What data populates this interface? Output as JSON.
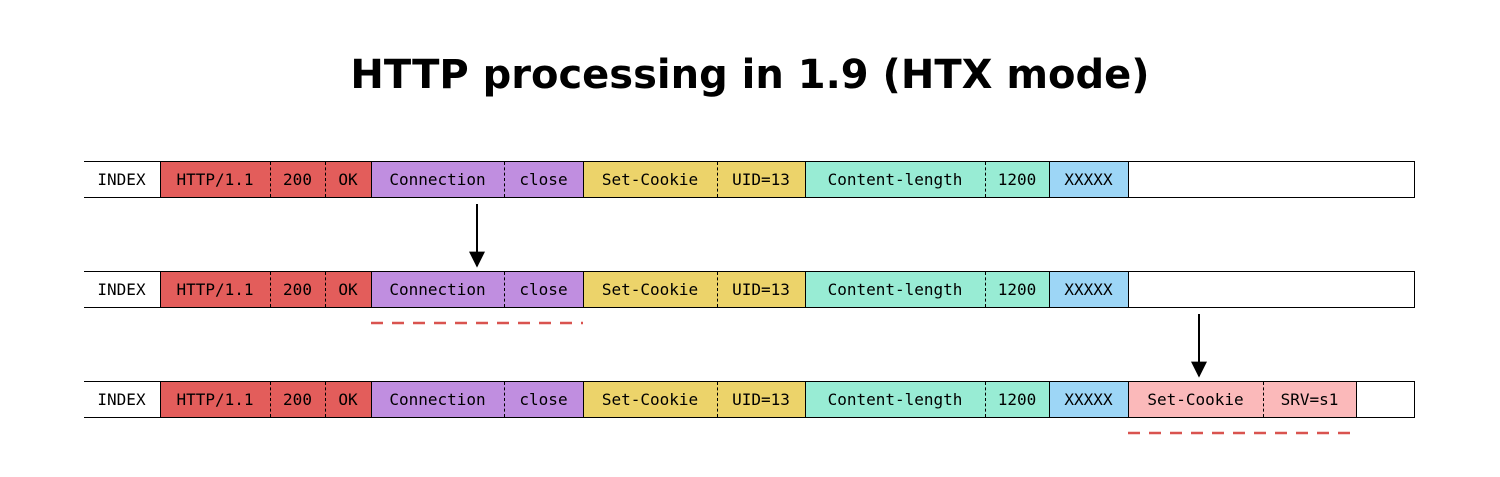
{
  "title": "HTTP processing in 1.9 (HTX mode)",
  "colors": {
    "index": "#ffffff",
    "status": "#e35d5b",
    "connection": "#c08ee0",
    "set_cookie": "#ecd36a",
    "content_length": "#98ecd4",
    "body": "#9dd6f6",
    "added_cookie": "#fbb9ba",
    "removed_underline": "#d9534f"
  },
  "rows": [
    {
      "name": "original",
      "cells": [
        {
          "label": "INDEX",
          "color": "index"
        },
        {
          "label": "HTTP/1.1",
          "color": "status"
        },
        {
          "label": "200",
          "color": "status"
        },
        {
          "label": "OK",
          "color": "status"
        },
        {
          "label": "Connection",
          "color": "connection"
        },
        {
          "label": "close",
          "color": "connection"
        },
        {
          "label": "Set-Cookie",
          "color": "set_cookie"
        },
        {
          "label": "UID=13",
          "color": "set_cookie"
        },
        {
          "label": "Content-length",
          "color": "content_length"
        },
        {
          "label": "1200",
          "color": "content_length"
        },
        {
          "label": "XXXXX",
          "color": "body"
        }
      ]
    },
    {
      "name": "connection-removed",
      "cells": [
        {
          "label": "INDEX",
          "color": "index"
        },
        {
          "label": "HTTP/1.1",
          "color": "status"
        },
        {
          "label": "200",
          "color": "status"
        },
        {
          "label": "OK",
          "color": "status"
        },
        {
          "label": "Connection",
          "color": "connection",
          "hatched": true
        },
        {
          "label": "close",
          "color": "connection",
          "hatched": true
        },
        {
          "label": "Set-Cookie",
          "color": "set_cookie"
        },
        {
          "label": "UID=13",
          "color": "set_cookie"
        },
        {
          "label": "Content-length",
          "color": "content_length"
        },
        {
          "label": "1200",
          "color": "content_length"
        },
        {
          "label": "XXXXX",
          "color": "body"
        }
      ]
    },
    {
      "name": "cookie-added",
      "cells": [
        {
          "label": "INDEX",
          "color": "index"
        },
        {
          "label": "HTTP/1.1",
          "color": "status"
        },
        {
          "label": "200",
          "color": "status"
        },
        {
          "label": "OK",
          "color": "status"
        },
        {
          "label": "Connection",
          "color": "connection",
          "hatched": true
        },
        {
          "label": "close",
          "color": "connection",
          "hatched": true
        },
        {
          "label": "Set-Cookie",
          "color": "set_cookie"
        },
        {
          "label": "UID=13",
          "color": "set_cookie"
        },
        {
          "label": "Content-length",
          "color": "content_length"
        },
        {
          "label": "1200",
          "color": "content_length"
        },
        {
          "label": "XXXXX",
          "color": "body"
        },
        {
          "label": "Set-Cookie",
          "color": "added_cookie"
        },
        {
          "label": "SRV=s1",
          "color": "added_cookie"
        }
      ]
    }
  ]
}
